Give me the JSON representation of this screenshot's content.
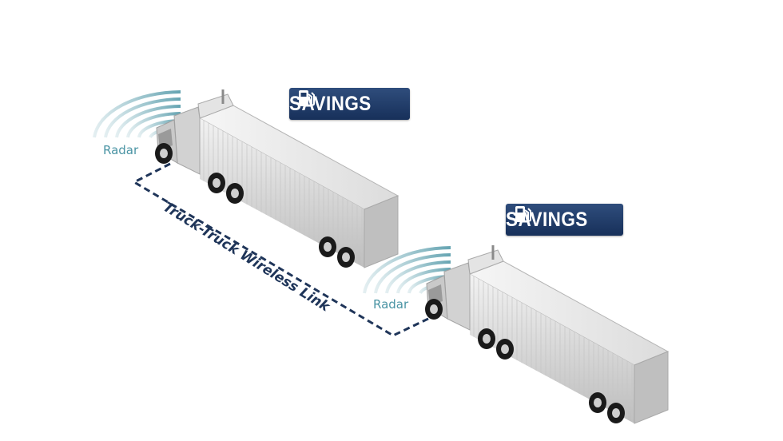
{
  "badges": [
    {
      "label": "SAVINGS",
      "icon": "fuel-pump-icon"
    },
    {
      "label": "SAVINGS",
      "icon": "fuel-pump-icon"
    }
  ],
  "radar_labels": [
    "Radar",
    "Radar"
  ],
  "link_label": "Truck-Truck Wireless Link",
  "colors": {
    "badge": "#1f3a66",
    "radar": "#4a94a4",
    "link": "#1f3559",
    "trailer": "#d9d9d9"
  }
}
